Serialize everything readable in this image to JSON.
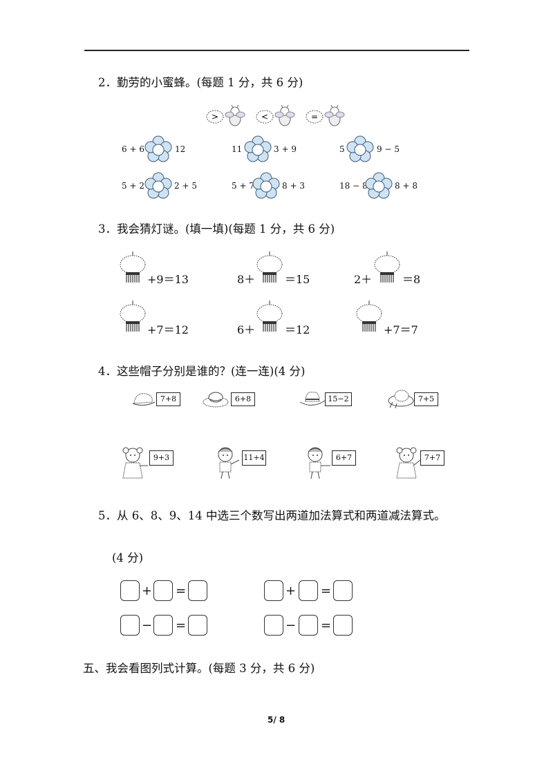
{
  "q2": {
    "title": "2．勤劳的小蜜蜂。(每题 1 分，共 6 分)",
    "bees": [
      ">",
      "<",
      "="
    ],
    "items": [
      {
        "left": "6 + 6",
        "right": "12"
      },
      {
        "left": "11",
        "right": "3 + 9"
      },
      {
        "left": "5",
        "right": "9 − 5"
      },
      {
        "left": "5 + 2",
        "right": "2 + 5"
      },
      {
        "left": "5 + 7",
        "right": "8 + 3"
      },
      {
        "left": "18 − 8",
        "right": "8 + 8"
      }
    ]
  },
  "q3": {
    "title": "3．我会猜灯谜。(填一填)(每题 1 分，共 6 分)",
    "items": [
      {
        "pre": "",
        "post": "+9＝13"
      },
      {
        "pre": "8＋",
        "post": "＝15"
      },
      {
        "pre": "2＋",
        "post": "＝8"
      },
      {
        "pre": "",
        "post": "+7＝12"
      },
      {
        "pre": "6＋",
        "post": "＝12"
      },
      {
        "pre": "",
        "post": "+7＝7"
      }
    ]
  },
  "q4": {
    "title": "4．这些帽子分别是谁的？(连一连)(4 分)",
    "hats": [
      "7+8",
      "6+8",
      "15−2",
      "7+5"
    ],
    "kids": [
      "9+3",
      "11+4",
      "6+7",
      "7+7"
    ]
  },
  "q5": {
    "title": "5．从 6、8、9、14 中选三个数写出两道加法算式和两道减法算式。",
    "score": "(4 分)",
    "plus": "+",
    "minus": "−",
    "equals": "="
  },
  "section5": {
    "title": "五、我会看图列式计算。(每题 3 分，共 6 分)"
  },
  "page": {
    "number": "5/ 8"
  }
}
